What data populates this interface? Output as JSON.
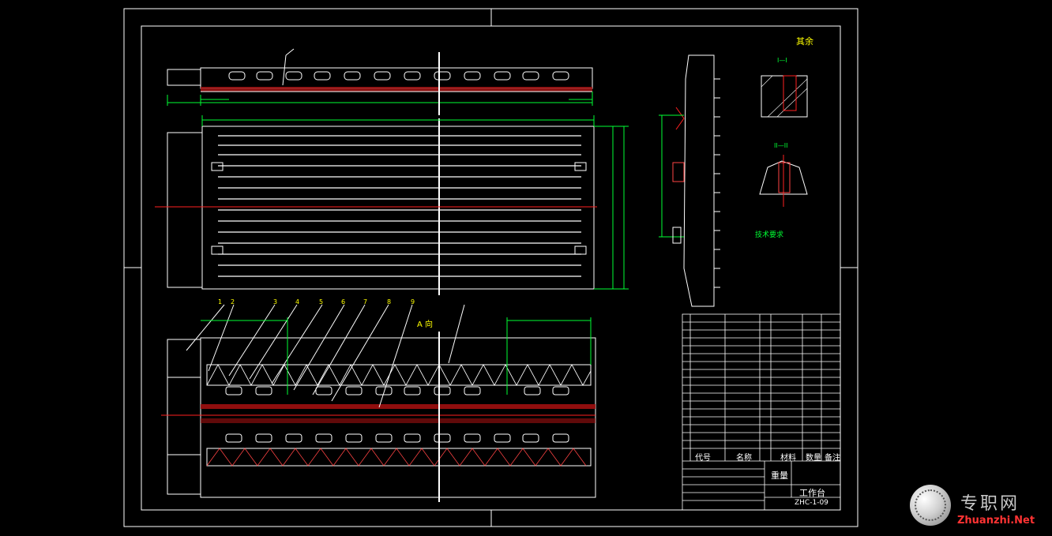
{
  "drawing": {
    "title_block": {
      "name": "工作台",
      "material_header": "材料",
      "code_header": "代号",
      "name_header": "名称",
      "qty_header": "数量",
      "note_header": "备注",
      "drawing_no": "ZHC-1-09",
      "weight_label": "重量"
    },
    "view_label_a": "A 向",
    "roughness_note": "其余",
    "section_labels": [
      "I—I",
      "II—II"
    ],
    "balloon_numbers": [
      "1",
      "2",
      "3",
      "4",
      "5",
      "6",
      "7",
      "8",
      "9"
    ],
    "tech_requirements_title": "技术要求",
    "line_colors": {
      "frame": "#ffffff",
      "geometry": "#ffffff",
      "dimension": "#00ff33",
      "centerline": "#ff0000",
      "hatch": "#ff3333",
      "title_text": "#00ff33"
    }
  },
  "watermark": {
    "cn": "专职网",
    "en": "Zhuanzhi.Net"
  }
}
